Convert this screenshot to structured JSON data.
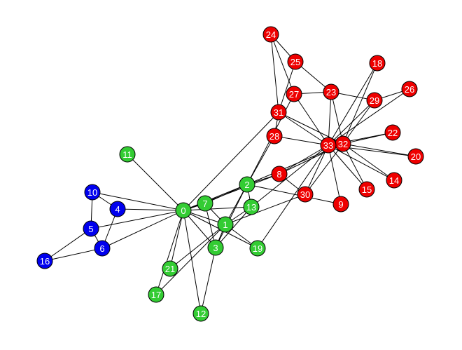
{
  "colors": {
    "green": "#33cc33",
    "red": "#ee0000",
    "blue": "#0000ee",
    "edge": "#000000",
    "label": "#ffffff"
  },
  "nodes": [
    {
      "id": "0",
      "group": "green"
    },
    {
      "id": "1",
      "group": "green"
    },
    {
      "id": "2",
      "group": "green"
    },
    {
      "id": "3",
      "group": "green"
    },
    {
      "id": "4",
      "group": "blue"
    },
    {
      "id": "5",
      "group": "blue"
    },
    {
      "id": "6",
      "group": "blue"
    },
    {
      "id": "7",
      "group": "green"
    },
    {
      "id": "8",
      "group": "red"
    },
    {
      "id": "9",
      "group": "red"
    },
    {
      "id": "10",
      "group": "blue"
    },
    {
      "id": "11",
      "group": "green"
    },
    {
      "id": "12",
      "group": "green"
    },
    {
      "id": "13",
      "group": "green"
    },
    {
      "id": "14",
      "group": "red"
    },
    {
      "id": "15",
      "group": "red"
    },
    {
      "id": "16",
      "group": "blue"
    },
    {
      "id": "17",
      "group": "green"
    },
    {
      "id": "18",
      "group": "red"
    },
    {
      "id": "19",
      "group": "green"
    },
    {
      "id": "20",
      "group": "red"
    },
    {
      "id": "21",
      "group": "green"
    },
    {
      "id": "22",
      "group": "red"
    },
    {
      "id": "23",
      "group": "red"
    },
    {
      "id": "24",
      "group": "red"
    },
    {
      "id": "25",
      "group": "red"
    },
    {
      "id": "26",
      "group": "red"
    },
    {
      "id": "27",
      "group": "red"
    },
    {
      "id": "28",
      "group": "red"
    },
    {
      "id": "29",
      "group": "red"
    },
    {
      "id": "30",
      "group": "red"
    },
    {
      "id": "31",
      "group": "red"
    },
    {
      "id": "32",
      "group": "red"
    },
    {
      "id": "33",
      "group": "red"
    }
  ],
  "edges": [
    [
      "0",
      "1"
    ],
    [
      "0",
      "2"
    ],
    [
      "0",
      "3"
    ],
    [
      "0",
      "4"
    ],
    [
      "0",
      "5"
    ],
    [
      "0",
      "6"
    ],
    [
      "0",
      "7"
    ],
    [
      "0",
      "8"
    ],
    [
      "0",
      "10"
    ],
    [
      "0",
      "11"
    ],
    [
      "0",
      "12"
    ],
    [
      "0",
      "13"
    ],
    [
      "0",
      "17"
    ],
    [
      "0",
      "19"
    ],
    [
      "0",
      "21"
    ],
    [
      "0",
      "31"
    ],
    [
      "1",
      "2"
    ],
    [
      "1",
      "3"
    ],
    [
      "1",
      "7"
    ],
    [
      "1",
      "13"
    ],
    [
      "1",
      "17"
    ],
    [
      "1",
      "19"
    ],
    [
      "1",
      "21"
    ],
    [
      "1",
      "30"
    ],
    [
      "2",
      "3"
    ],
    [
      "2",
      "7"
    ],
    [
      "2",
      "8"
    ],
    [
      "2",
      "9"
    ],
    [
      "2",
      "13"
    ],
    [
      "2",
      "27"
    ],
    [
      "2",
      "28"
    ],
    [
      "2",
      "32"
    ],
    [
      "3",
      "7"
    ],
    [
      "3",
      "12"
    ],
    [
      "3",
      "13"
    ],
    [
      "4",
      "6"
    ],
    [
      "4",
      "10"
    ],
    [
      "5",
      "6"
    ],
    [
      "5",
      "10"
    ],
    [
      "5",
      "16"
    ],
    [
      "6",
      "16"
    ],
    [
      "8",
      "30"
    ],
    [
      "8",
      "32"
    ],
    [
      "8",
      "33"
    ],
    [
      "9",
      "33"
    ],
    [
      "13",
      "33"
    ],
    [
      "14",
      "32"
    ],
    [
      "14",
      "33"
    ],
    [
      "15",
      "32"
    ],
    [
      "15",
      "33"
    ],
    [
      "18",
      "32"
    ],
    [
      "18",
      "33"
    ],
    [
      "19",
      "33"
    ],
    [
      "20",
      "32"
    ],
    [
      "20",
      "33"
    ],
    [
      "22",
      "32"
    ],
    [
      "22",
      "33"
    ],
    [
      "23",
      "25"
    ],
    [
      "23",
      "27"
    ],
    [
      "23",
      "29"
    ],
    [
      "23",
      "32"
    ],
    [
      "23",
      "33"
    ],
    [
      "24",
      "25"
    ],
    [
      "24",
      "27"
    ],
    [
      "24",
      "31"
    ],
    [
      "25",
      "31"
    ],
    [
      "26",
      "29"
    ],
    [
      "26",
      "33"
    ],
    [
      "27",
      "33"
    ],
    [
      "28",
      "31"
    ],
    [
      "28",
      "33"
    ],
    [
      "29",
      "32"
    ],
    [
      "29",
      "33"
    ],
    [
      "30",
      "32"
    ],
    [
      "30",
      "33"
    ],
    [
      "31",
      "32"
    ],
    [
      "31",
      "33"
    ],
    [
      "32",
      "33"
    ]
  ]
}
